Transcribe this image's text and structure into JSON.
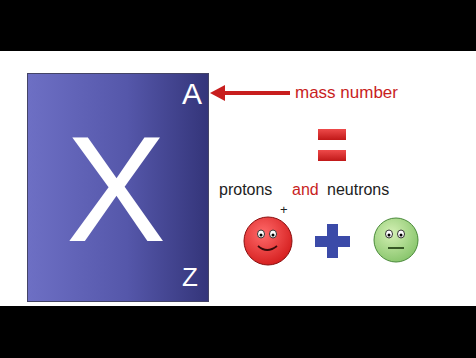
{
  "diagram": {
    "nodes": [
      {
        "text": [
          "X",
          "A",
          "Z"
        ]
      }
    ],
    "labels": [
      "mass number",
      "protons",
      "and",
      "neutrons",
      "+"
    ]
  }
}
